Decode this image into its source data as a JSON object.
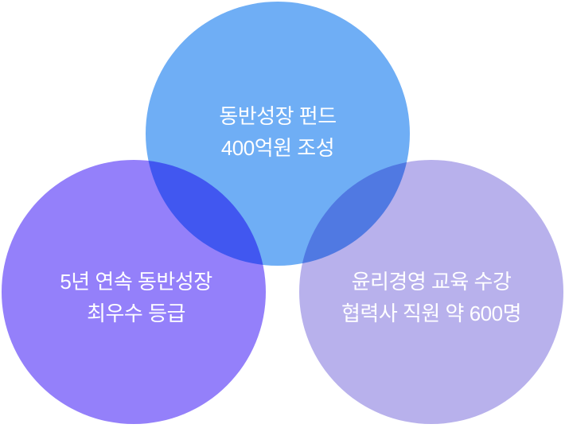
{
  "venn": {
    "background_color": "#ffffff",
    "text_color": "#ffffff",
    "blend_mode": "multiply",
    "overlap_colors": {
      "top_left_overlap": "#4a5ae9",
      "top_right_overlap": "#5078e2"
    },
    "circles": [
      {
        "id": "shared-growth-fund",
        "color": "#6FAEF5",
        "line1": "동반성장 펀드",
        "line2": "400억원 조성"
      },
      {
        "id": "shared-growth-grade",
        "color": "#9480FA",
        "line1": "5년 연속 동반성장",
        "line2": "최우수 등급"
      },
      {
        "id": "ethics-education",
        "color": "#B8B1EC",
        "line1": "윤리경영 교육 수강",
        "line2": "협력사 직원 약 600명"
      }
    ]
  }
}
